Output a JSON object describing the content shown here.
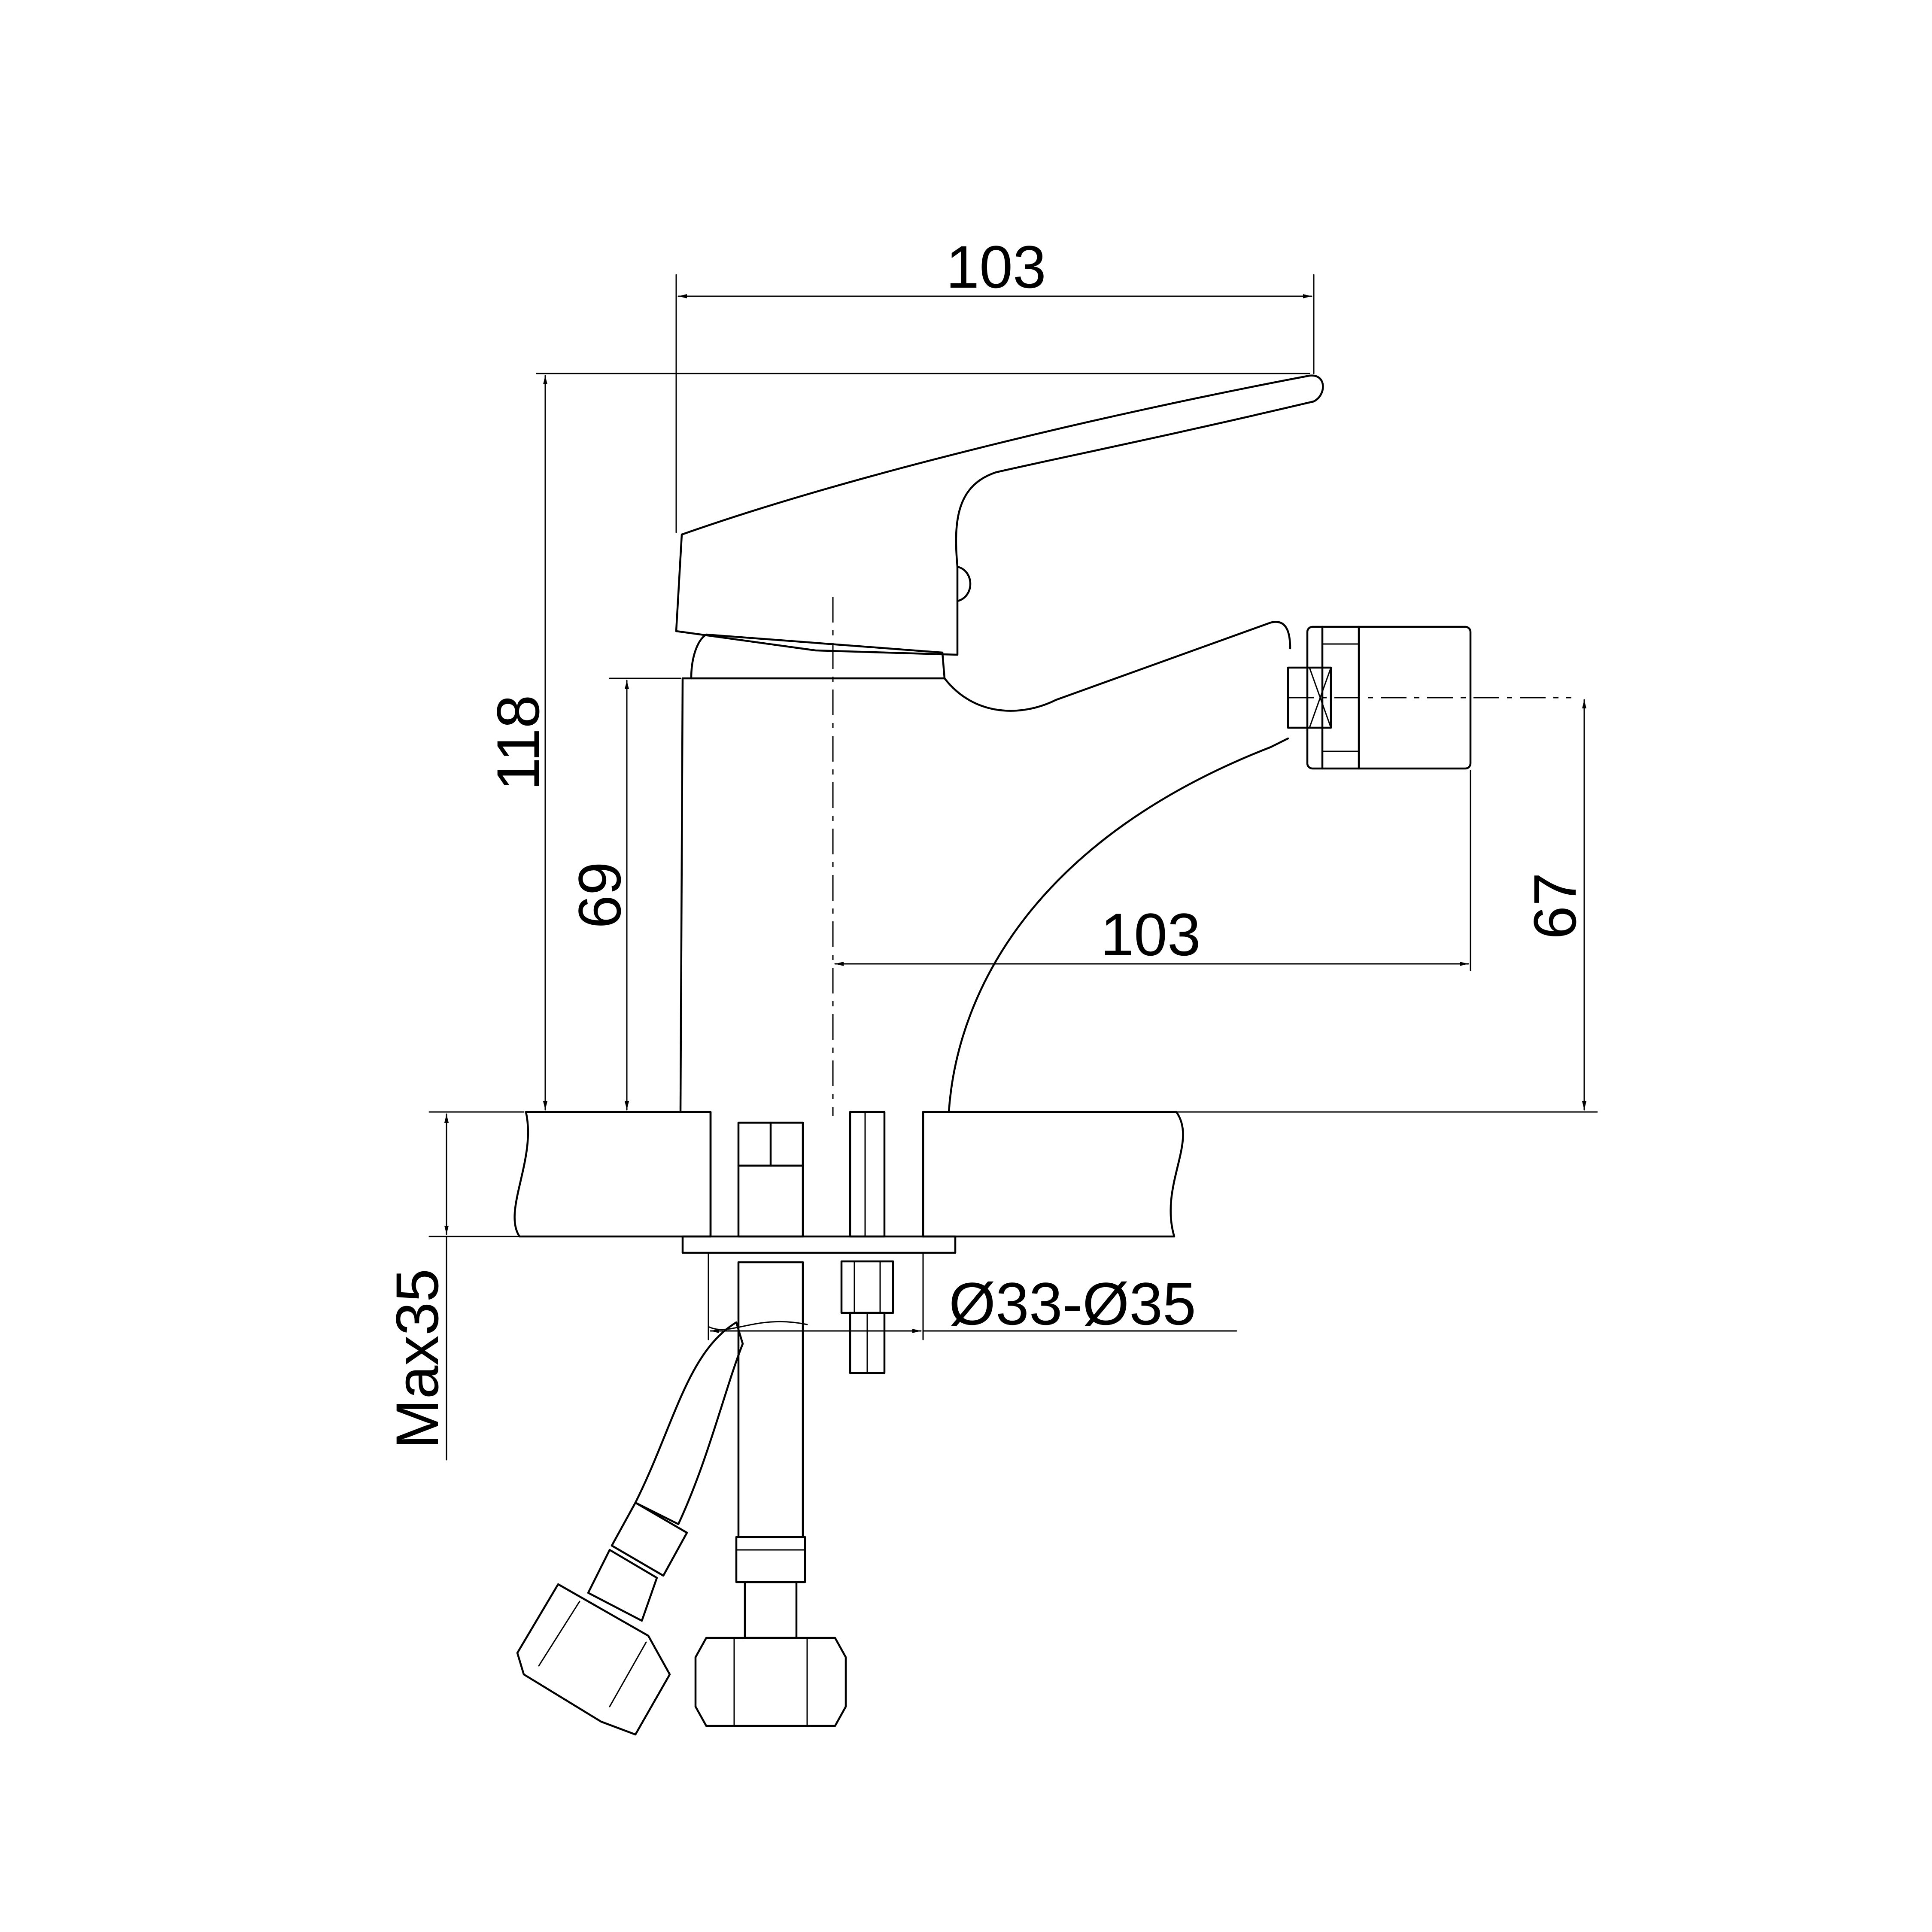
{
  "colors": {
    "line": "#000000",
    "background": "#ffffff"
  },
  "dimensions": {
    "handle_reach": "103",
    "total_height": "118",
    "body_height": "69",
    "spout_reach": "103",
    "spout_height": "67",
    "hole_diameter": "Ø33-Ø35",
    "max_thickness": "Max35"
  }
}
